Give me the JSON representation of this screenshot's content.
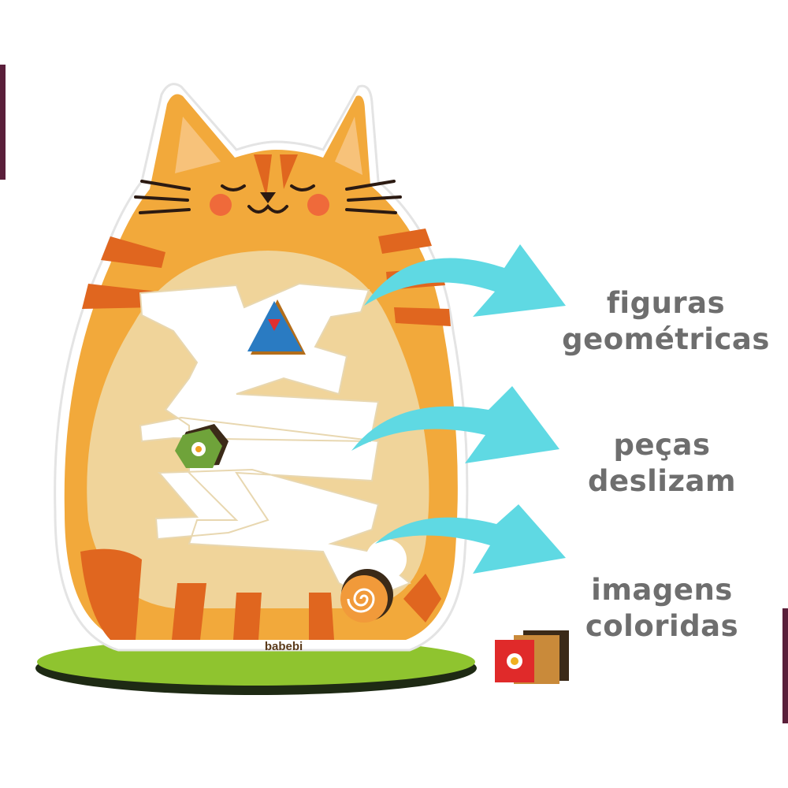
{
  "brand": {
    "logo_text": "babebi"
  },
  "callouts": [
    {
      "lines": [
        "figuras",
        "geométricas"
      ]
    },
    {
      "lines": [
        "peças",
        "deslizam"
      ]
    },
    {
      "lines": [
        "imagens",
        "coloridas"
      ]
    }
  ],
  "colors": {
    "label_text": "#6e6e6e",
    "arrow": "#5fd9e3",
    "accent_bar": "#5a1f3a",
    "cat_body": "#f2a93b",
    "cat_stripe": "#e0661f",
    "belly": "#f0d49a",
    "track": "#ffffff",
    "base": "#8fc42f"
  },
  "icons": [
    "cat-face-icon",
    "triangle-piece-icon",
    "pentagon-piece-icon",
    "spiral-piece-icon",
    "flower-block-icon",
    "curved-arrow-icon"
  ]
}
